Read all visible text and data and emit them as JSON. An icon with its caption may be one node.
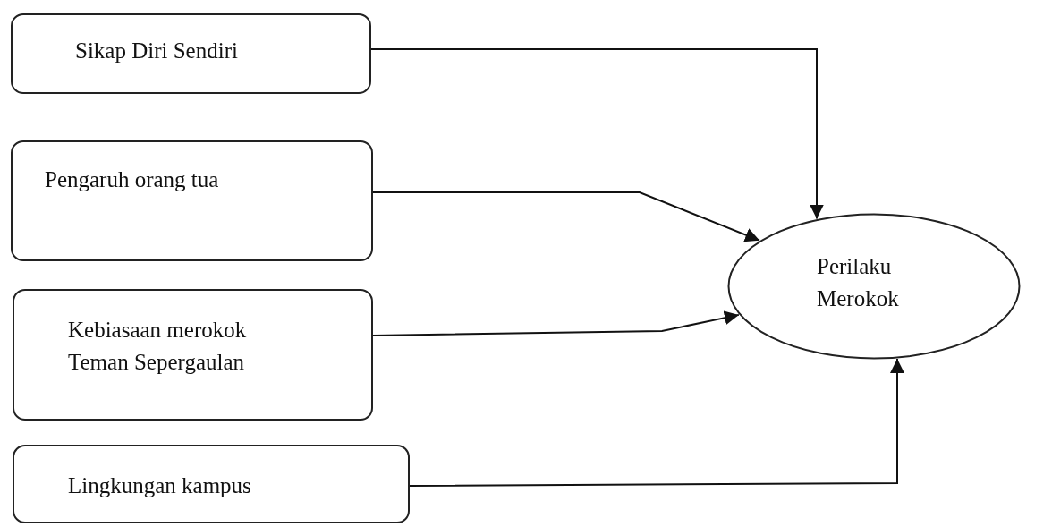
{
  "diagram": {
    "nodes": [
      {
        "text": [
          "Sikap Diri Sendiri"
        ]
      },
      {
        "text": [
          "Pengaruh orang tua"
        ]
      },
      {
        "text": [
          "Kebiasaan merokok Teman Sepergaulan"
        ]
      },
      {
        "text": [
          "Lingkungan kampus"
        ]
      },
      {
        "text": [
          "Perilaku Merokok"
        ]
      }
    ],
    "edges": [
      {
        "from": 0,
        "to": 4,
        "arrow": "to"
      },
      {
        "from": 1,
        "to": 4,
        "arrow": "to"
      },
      {
        "from": 2,
        "to": 4,
        "arrow": "to"
      },
      {
        "from": 3,
        "to": 4,
        "arrow": "to"
      }
    ]
  }
}
